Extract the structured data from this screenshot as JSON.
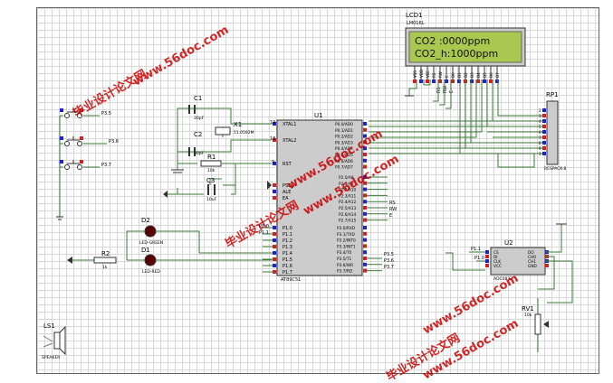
{
  "lcd": {
    "ref": "LCD1",
    "part": "LM016L",
    "line1": "CO2 :0000ppm",
    "line2": "CO2_h:1000ppm",
    "pins": [
      "VSS",
      "VDD",
      "VEE",
      "RS",
      "RW",
      "E",
      "D0",
      "D1",
      "D2",
      "D3",
      "D4",
      "D5",
      "D6",
      "D7"
    ]
  },
  "mcu": {
    "ref": "U1",
    "part": "AT89C51",
    "pins_left": [
      "XTAL1",
      "XTAL2",
      "RST",
      "PSEN",
      "ALE",
      "EA"
    ],
    "pin_nums_left": [
      "19",
      "18",
      "9"
    ],
    "p1_pins": [
      "P1.0",
      "P1.1",
      "P1.2",
      "P1.3",
      "P1.4",
      "P1.5",
      "P1.6",
      "P1.7"
    ],
    "p0_pins": [
      "P0.0/AD0",
      "P0.1/AD1",
      "P0.2/AD2",
      "P0.3/AD3",
      "P0.4/AD4",
      "P0.5/AD5",
      "P0.6/AD6",
      "P0.7/AD7"
    ],
    "p2_pins": [
      "P2.0/A8",
      "P2.1/A9",
      "P2.2/A10",
      "P2.3/A11",
      "P2.4/A12",
      "P2.5/A13",
      "P2.6/A14",
      "P2.7/A15"
    ],
    "p3_pins": [
      "P3.0/RXD",
      "P3.1/TXD",
      "P3.2/INT0",
      "P3.3/INT1",
      "P3.4/T0",
      "P3.5/T1",
      "P3.6/WR",
      "P3.7/RD"
    ]
  },
  "components": {
    "c1": {
      "ref": "C1",
      "value": "30pF"
    },
    "c2": {
      "ref": "C2",
      "value": "30pF"
    },
    "c3": {
      "ref": "C3",
      "value": "10uF"
    },
    "x1": {
      "ref": "X1",
      "value": "11.0592M"
    },
    "r1": {
      "ref": "R1",
      "value": "10k"
    },
    "r2": {
      "ref": "R2",
      "value": "1k"
    },
    "d1": {
      "ref": "D1",
      "value": "LED-RED"
    },
    "d2": {
      "ref": "D2",
      "value": "LED-GREEN"
    },
    "rp1": {
      "ref": "RP1",
      "value": "RESPACK-8"
    },
    "u2": {
      "ref": "U2",
      "value": "ADC0832",
      "pins": [
        "CS",
        "DI",
        "CLK",
        "VCC",
        "DO",
        "CH0",
        "CH1",
        "GND"
      ]
    },
    "rv": {
      "ref": "RV1",
      "value": "10k"
    },
    "ls1": {
      "ref": "LS1",
      "value": "SPEAKER"
    }
  },
  "net_labels": {
    "keys": [
      "P3.5",
      "P3.6",
      "P3.7"
    ],
    "mcu_right": [
      "P3.5",
      "P3.6",
      "P3.7"
    ],
    "mcu_p1": [
      "P1.0",
      "P1.1"
    ],
    "lcd_ctrl": [
      "RS",
      "RW",
      "E"
    ],
    "adc": [
      "P1.1",
      "P1.0"
    ]
  },
  "watermark": {
    "cn": "毕业设计论文网",
    "url": "www.56doc.com"
  },
  "colors": {
    "pin_red": "#cc2222",
    "pin_blue": "#2222cc",
    "wire": "#3a7a3a",
    "body": "#ccc",
    "lcd_bg": "#a8c850",
    "watermark": "#cc0000"
  }
}
